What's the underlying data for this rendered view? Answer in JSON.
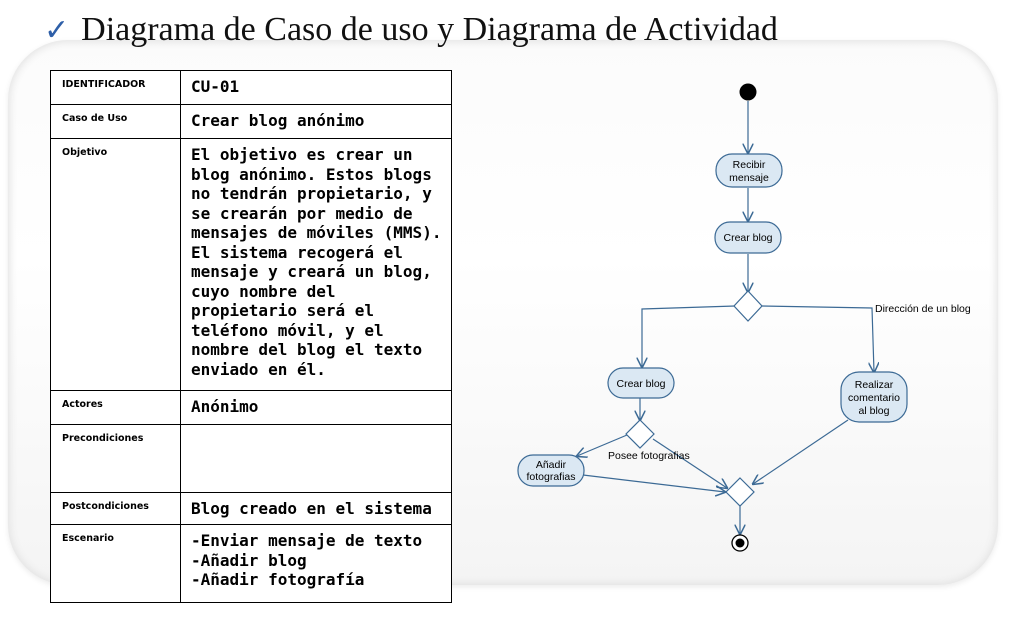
{
  "title": "Diagrama de Caso de uso y Diagrama de Actividad",
  "check_symbol": "✓",
  "use_case": {
    "rows": [
      {
        "label": "IDENTIFICADOR",
        "value": "CU-01"
      },
      {
        "label": "Caso de Uso",
        "value": "Crear blog anónimo"
      },
      {
        "label": "Objetivo",
        "value": "El objetivo es crear un blog anónimo. Estos blogs no tendrán propietario, y se crearán por medio de mensajes de móviles (MMS). El sistema recogerá el mensaje y creará un blog, cuyo nombre del propietario será el teléfono móvil, y el nombre del blog el texto enviado en él."
      },
      {
        "label": "Actores",
        "value": "Anónimo"
      },
      {
        "label": "Precondiciones",
        "value": ""
      },
      {
        "label": "Postcondiciones",
        "value": "Blog creado en el sistema"
      },
      {
        "label": "Escenario",
        "lines": [
          "-Enviar mensaje de texto",
          "-Añadir blog",
          "-Añadir fotografía"
        ]
      }
    ]
  },
  "activity": {
    "nodes": {
      "recibir": [
        "Recibir",
        "mensaje"
      ],
      "crear_blog_1": "Crear blog",
      "crear_blog_2": "Crear blog",
      "realizar": [
        "Realizar",
        "comentario",
        "al blog"
      ],
      "anadir": [
        "Añadir",
        "fotografias"
      ]
    },
    "guards": {
      "direccion": "Dirección de un blog",
      "posee": "Posee fotografias"
    },
    "colors": {
      "node_fill": "#dbe8f3",
      "node_stroke": "#3c6a95",
      "line": "#3c6a95"
    }
  }
}
